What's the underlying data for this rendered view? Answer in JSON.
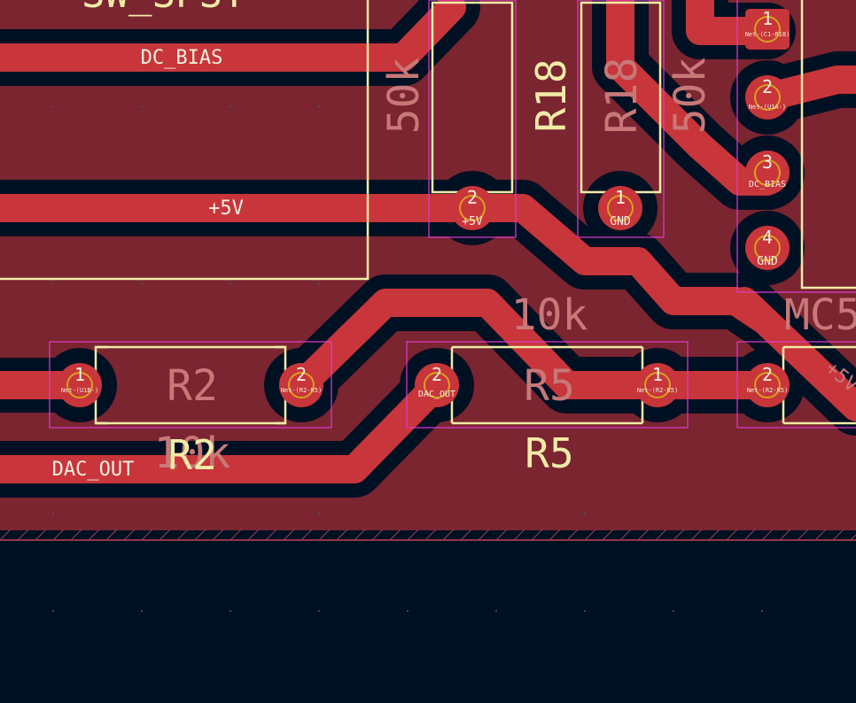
{
  "view": {
    "app": "PCB Editor",
    "mode": "canvas"
  },
  "colors": {
    "background": "#001023",
    "copper_fill": "#7a2530",
    "copper_track": "#c8353a",
    "clearance": "#001023",
    "silkscreen": "#f2eba8",
    "courtyard": "#e03ad0",
    "pad_ring": "#d8a020",
    "net_label": "#f0f0e0"
  },
  "nets": {
    "dc_bias": "DC_BIAS",
    "plus5v": "+5V",
    "dac_out": "DAC_OUT",
    "gnd": "GND"
  },
  "references": {
    "sw": "SW_SPST",
    "r2": "R2",
    "r2_fab": "R2",
    "r5": "R5",
    "r5_fab": "R5",
    "r18": "R18",
    "r18_fab": "R18",
    "mc": "MC5"
  },
  "values": {
    "r2": "10k",
    "r5": "10k",
    "r_left": "50k",
    "r_right": "50k",
    "mc_pin": "+5V"
  },
  "pads": {
    "r2_1": {
      "number": "1",
      "net": "Net-(U1B-)"
    },
    "r2_2": {
      "number": "2",
      "net": "Net-(R2-R5)"
    },
    "r5_2": {
      "number": "2",
      "net": "DAC_OUT"
    },
    "r5_1": {
      "number": "1",
      "net": "Net-(R2-R5)"
    },
    "rl_2": {
      "number": "2",
      "net": "+5V"
    },
    "r18_1": {
      "number": "1",
      "net": "GND"
    },
    "u_1": {
      "number": "1",
      "net": "Net-(C1-R18)"
    },
    "u_2": {
      "number": "2",
      "net": "Net-(U1A-)"
    },
    "u_3": {
      "number": "3",
      "net": "DC_BIAS"
    },
    "u_4": {
      "number": "4",
      "net": "GND"
    },
    "mc_2": {
      "number": "2",
      "net": "Net-(R2-R5)"
    }
  }
}
